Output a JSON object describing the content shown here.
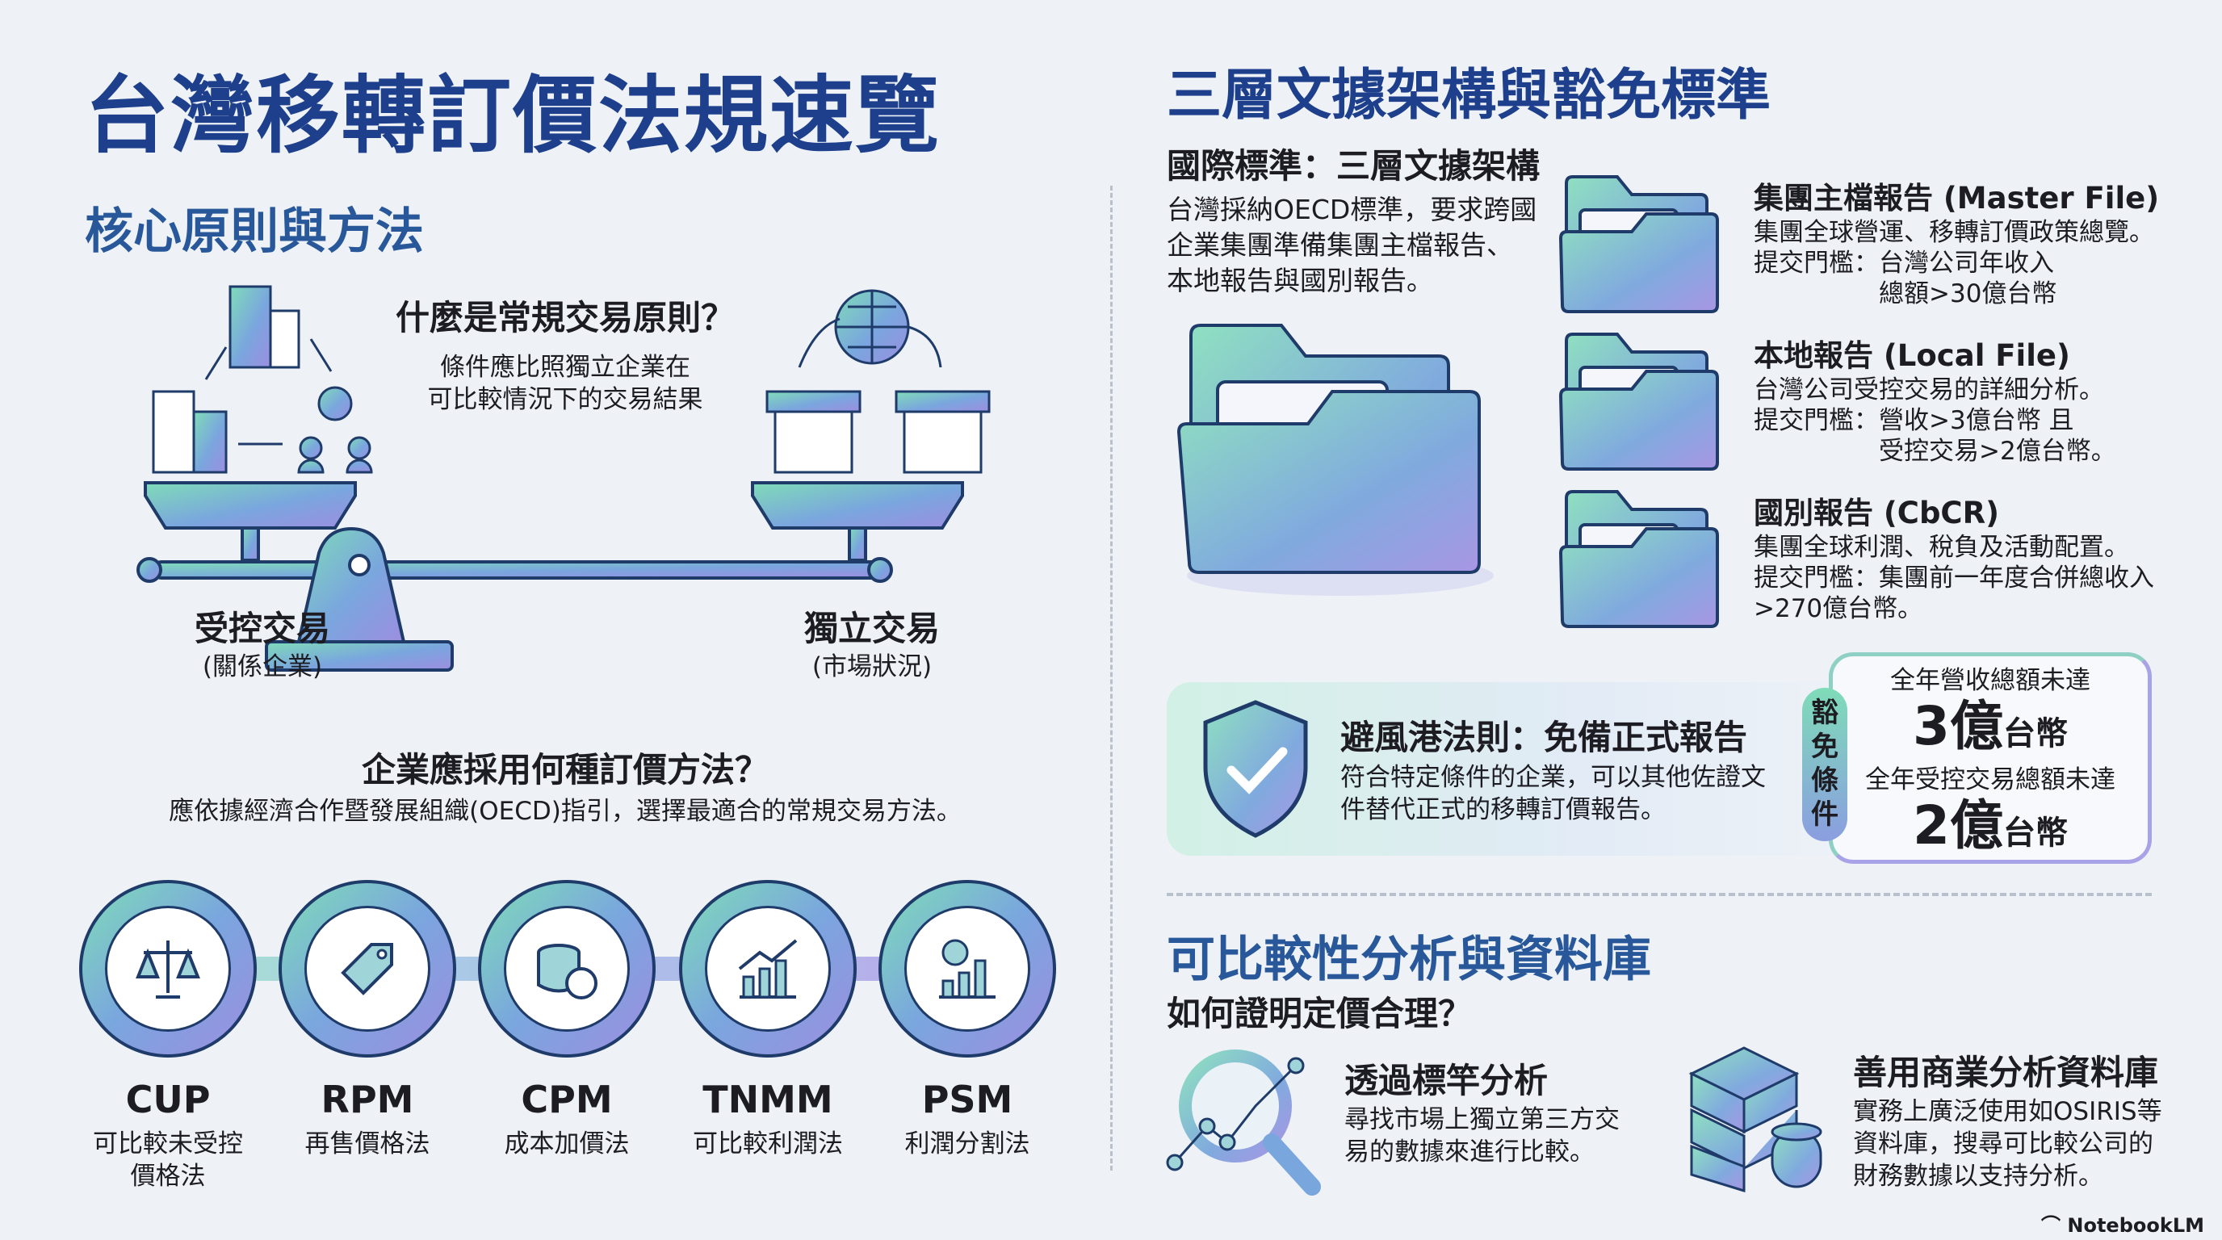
{
  "title": "台灣移轉訂價法規速覽",
  "left": {
    "section_title": "核心原則與方法",
    "alp_question": "什麼是常規交易原則？",
    "alp_answer": [
      "條件應比照獨立企業在",
      "可比較情況下的交易結果"
    ],
    "controlled": {
      "label": "受控交易",
      "sub": "(關係企業)"
    },
    "independent": {
      "label": "獨立交易",
      "sub": "(市場狀況)"
    },
    "method_question": "企業應採用何種訂價方法？",
    "method_answer": "應依據經濟合作暨發展組織(OECD)指引，選擇最適合的常規交易方法。",
    "methods": [
      {
        "abbr": "CUP",
        "name": "可比較未受控價格法",
        "icon": "scale-icon"
      },
      {
        "abbr": "RPM",
        "name": "再售價格法",
        "icon": "price-tag-icon"
      },
      {
        "abbr": "CPM",
        "name": "成本加價法",
        "icon": "coins-icon"
      },
      {
        "abbr": "TNMM",
        "name": "可比較利潤法",
        "icon": "bar-chart-up-icon"
      },
      {
        "abbr": "PSM",
        "name": "利潤分割法",
        "icon": "pie-bar-chart-icon"
      }
    ]
  },
  "right": {
    "section_title": "三層文據架構與豁免標準",
    "framework_title": "國際標準：三層文據架構",
    "framework_desc": [
      "台灣採納OECD標準，要求跨國",
      "企業集團準備集團主檔報告、",
      "本地報告與國別報告。"
    ],
    "reports": [
      {
        "title": "集團主檔報告 (Master File)",
        "lines": [
          "集團全球營運、移轉訂價政策總覽。",
          "提交門檻：台灣公司年收入",
          "　　　　　總額>30億台幣"
        ]
      },
      {
        "title": "本地報告 (Local File)",
        "lines": [
          "台灣公司受控交易的詳細分析。",
          "提交門檻：營收>3億台幣 且",
          "　　　　　受控交易>2億台幣。"
        ]
      },
      {
        "title": "國別報告 (CbCR)",
        "lines": [
          "集團全球利潤、稅負及活動配置。",
          "提交門檻：集團前一年度合併總收入",
          ">270億台幣。"
        ]
      }
    ],
    "safe_harbor": {
      "title": "避風港法則：免備正式報告",
      "desc": [
        "符合特定條件的企業，可以其他佐證文",
        "件替代正式的移轉訂價報告。"
      ],
      "pill": "豁免條件",
      "cond1_label": "全年營收總額未達",
      "cond1_num": "3億",
      "cond1_unit": "台幣",
      "cond2_label": "全年受控交易總額未達",
      "cond2_num": "2億",
      "cond2_unit": "台幣"
    },
    "comparability_title": "可比較性分析與資料庫",
    "comparability_question": "如何證明定價合理？",
    "benchmark": {
      "title": "透過標竿分析",
      "desc": [
        "尋找市場上獨立第三方交",
        "易的數據來進行比較。"
      ]
    },
    "database": {
      "title": "善用商業分析資料庫",
      "desc": [
        "實務上廣泛使用如OSIRIS等",
        "資料庫，搜尋可比較公司的",
        "財務數據以支持分析。"
      ]
    }
  },
  "footer": {
    "brand": "NotebookLM"
  },
  "colors": {
    "title": "#1d3f8c",
    "mint": "#7fdcb8",
    "blue": "#7aa6de",
    "violet": "#9c8ee0",
    "outline": "#1f3b6a"
  }
}
